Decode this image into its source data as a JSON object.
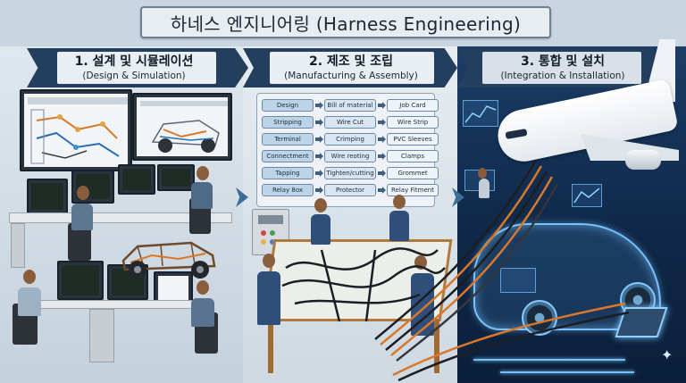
{
  "title": "하네스 엔지니어링 (Harness Engineering)",
  "phases": [
    {
      "heading": "1. 설계 및 시뮬레이션",
      "subheading": "(Design & Simulation)"
    },
    {
      "heading": "2. 제조 및 조립",
      "subheading": "(Manufacturing & Assembly)"
    },
    {
      "heading": "3. 통합 및 설치",
      "subheading": "(Integration & Installation)"
    }
  ],
  "process_chart": {
    "rows": [
      [
        "Design",
        "Bill of material",
        "Job Card"
      ],
      [
        "Stripping",
        "Wire Cut",
        "Wire Strip"
      ],
      [
        "Terminal",
        "Crimping",
        "PVC Sleeves"
      ],
      [
        "Connectment",
        "Wire reoting",
        "Clamps"
      ],
      [
        "Tapping",
        "Tighten/cutting",
        "Grommet"
      ],
      [
        "Relay 8ox",
        "Protector",
        "Relay Fitment"
      ]
    ]
  },
  "colors": {
    "chevron": "#243f5e",
    "chart_pill": "#bcd3e8",
    "holo_blue": "#79c3ff",
    "wire_orange": "#d9782a",
    "wire_black": "#1b1f24"
  },
  "icons": [
    "workstation-monitor",
    "car-chassis",
    "airplane",
    "electric-car-hologram",
    "circuit-chip",
    "sparkle"
  ]
}
